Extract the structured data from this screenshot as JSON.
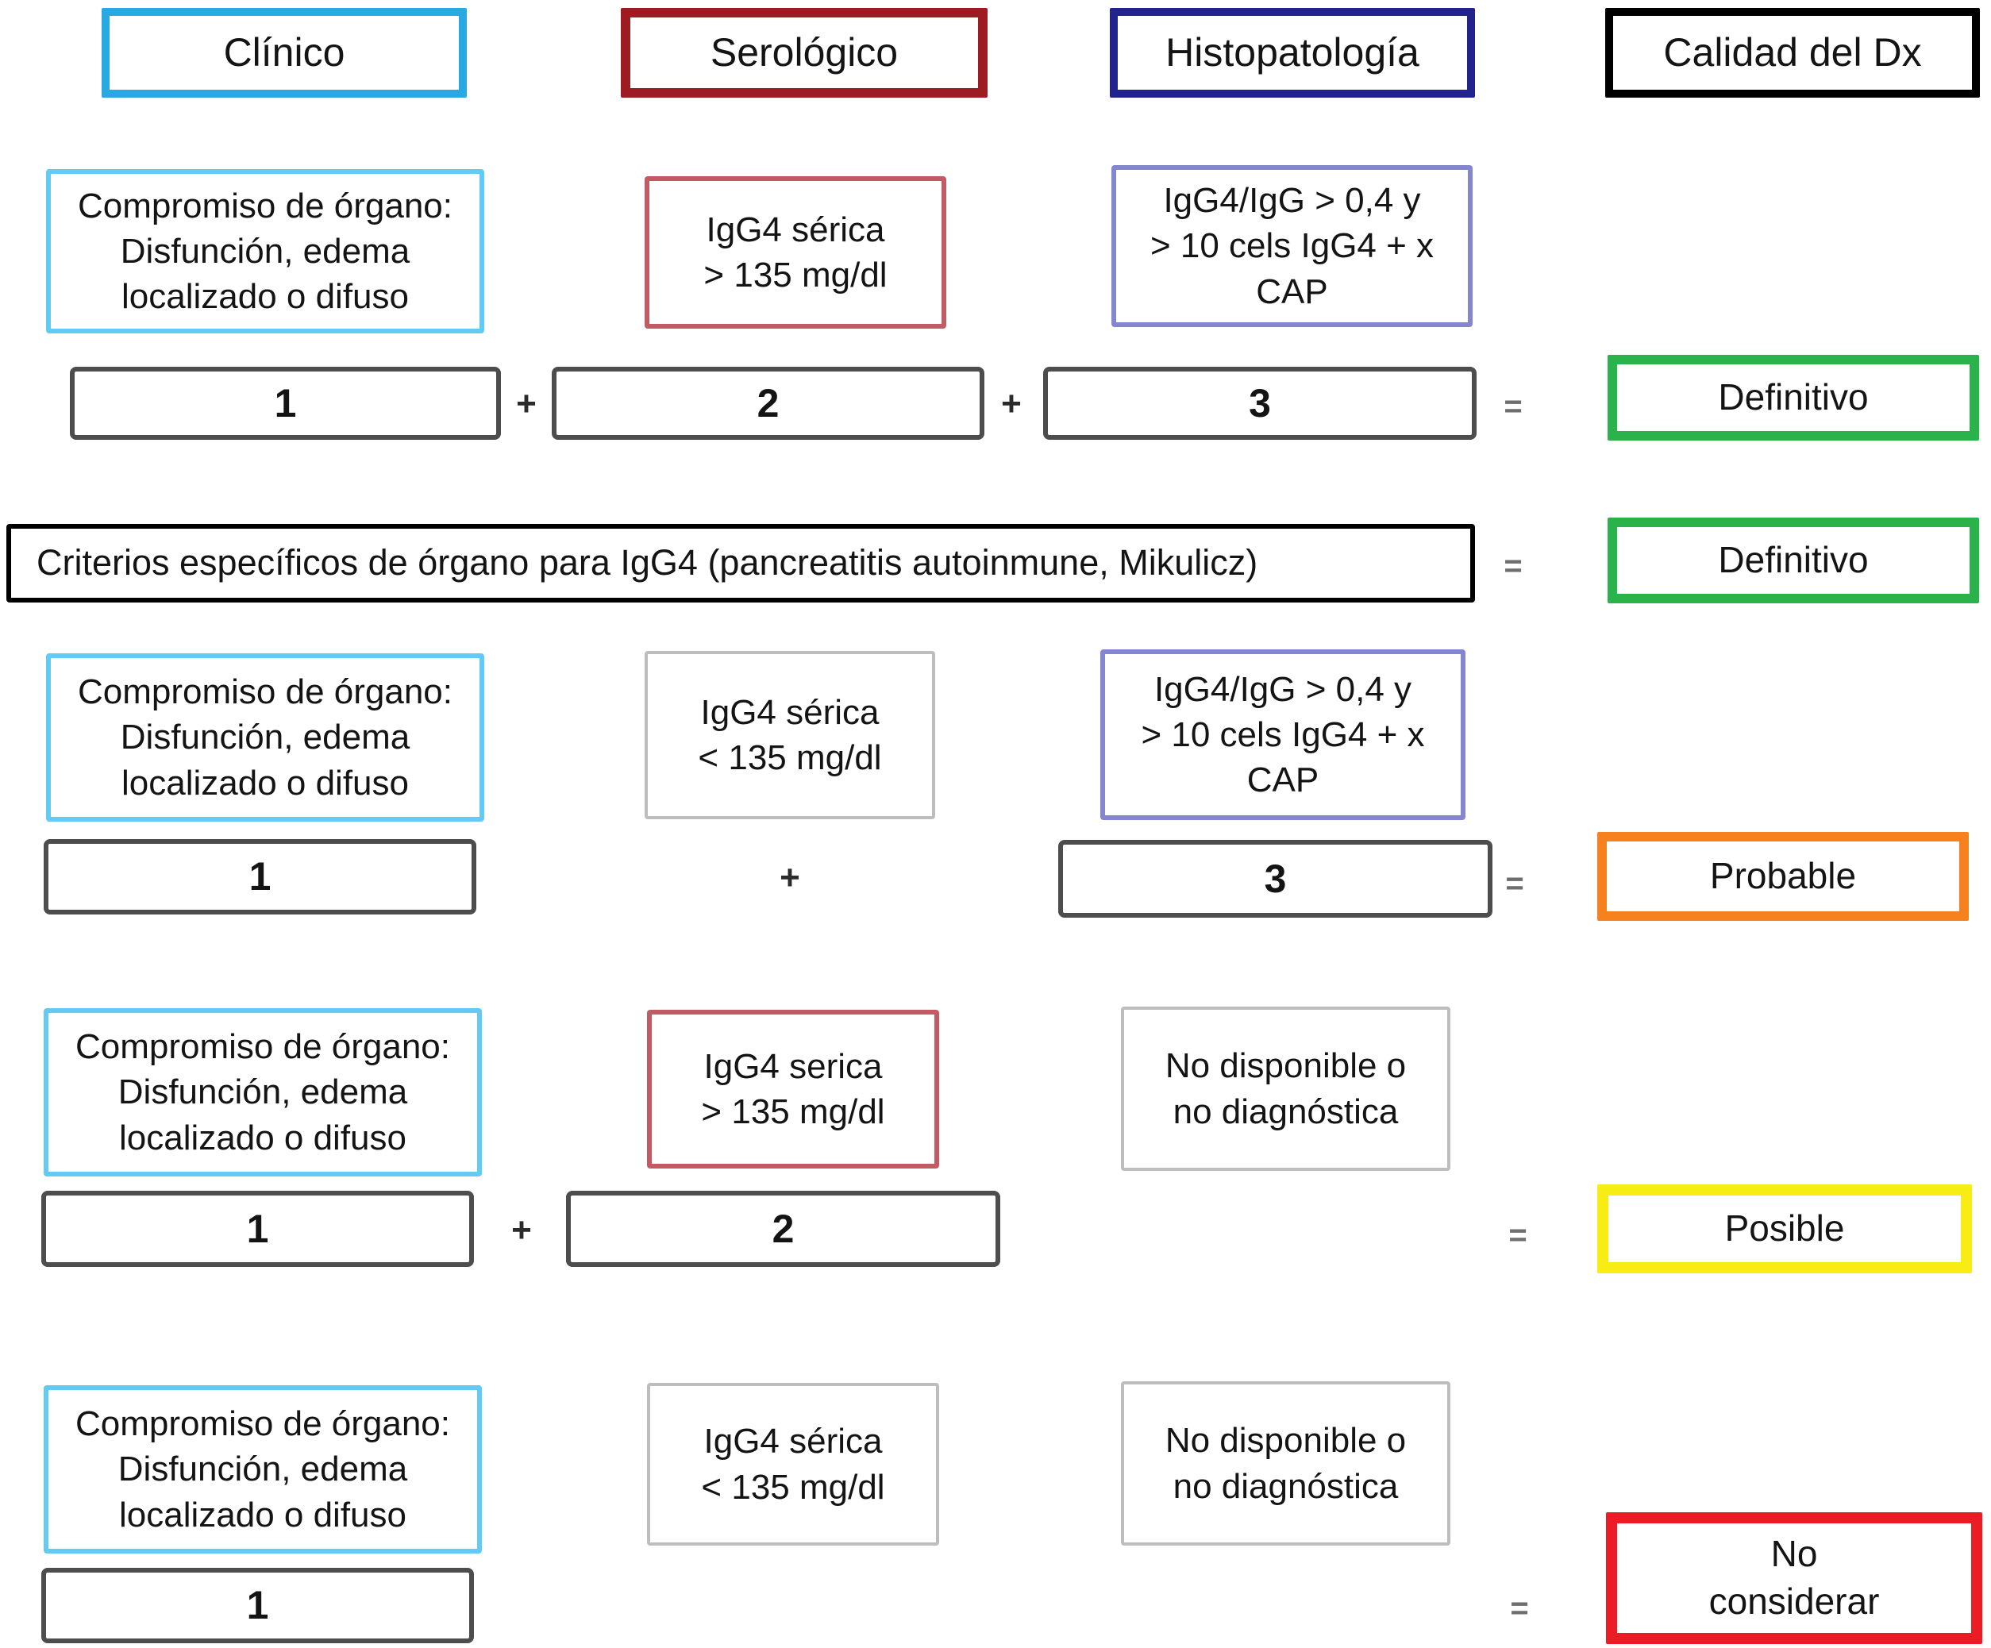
{
  "headers": {
    "clinico": "Clínico",
    "serologico": "Serológico",
    "histopatologia": "Histopatología",
    "calidad": "Calidad del Dx"
  },
  "ops": {
    "plus": "+",
    "equals": "="
  },
  "rows": [
    {
      "clinical": "Compromiso de órgano:\nDisfunción, edema\nlocalizado o difuso",
      "serology": "IgG4 sérica\n> 135 mg/dl",
      "histology": "IgG4/IgG > 0,4 y\n> 10 cels IgG4 + x\nCAP",
      "score_clinical": "1",
      "score_serology": "2",
      "score_histology": "3",
      "result": "Definitivo"
    },
    {
      "criteria": "Criterios específicos de órgano para IgG4 (pancreatitis autoinmune, Mikulicz)",
      "result": "Definitivo"
    },
    {
      "clinical": "Compromiso de órgano:\nDisfunción, edema\nlocalizado o difuso",
      "serology": "IgG4 sérica\n< 135 mg/dl",
      "histology": "IgG4/IgG > 0,4 y\n> 10 cels IgG4 + x\nCAP",
      "score_clinical": "1",
      "score_histology": "3",
      "result": "Probable"
    },
    {
      "clinical": "Compromiso de órgano:\nDisfunción, edema\nlocalizado o difuso",
      "serology": "IgG4 serica\n> 135 mg/dl",
      "histology": "No disponible o\nno diagnóstica",
      "score_clinical": "1",
      "score_serology": "2",
      "result": "Posible"
    },
    {
      "clinical": "Compromiso de órgano:\nDisfunción, edema\nlocalizado o difuso",
      "serology": "IgG4 sérica\n< 135 mg/dl",
      "histology": "No disponible o\nno diagnóstica",
      "score_clinical": "1",
      "result": "No\nconsiderar"
    }
  ],
  "colors": {
    "clinico_header": "#29A9E1",
    "serologico_header": "#9E1B22",
    "histopatologia_header": "#23238E",
    "calidad_header": "#000000",
    "clinical_box": "#63CBF3",
    "serology_positive_box": "#C25B63",
    "histology_positive_box": "#8486CF",
    "neutral_box": "#BDBDBD",
    "score_box": "#4D4D4D",
    "criterios_box": "#000000",
    "definitivo": "#2BB34B",
    "probable": "#F5821F",
    "posible": "#F7EC13",
    "no_considerar": "#EC1C24"
  }
}
